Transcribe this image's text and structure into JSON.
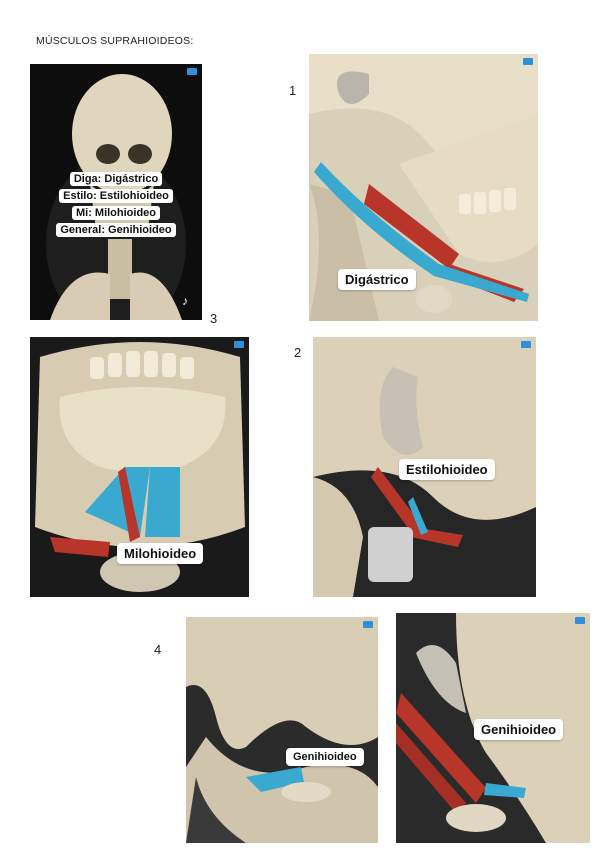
{
  "page_title": "MÚSCULOS SUPRAHIOIDEOS:",
  "numbers": {
    "n1": "1",
    "n2": "2",
    "n3": "3",
    "n4": "4"
  },
  "mnemonic": [
    "Diga: Digástrico",
    "Estilo: Estilohioideo",
    "Mi: Milohioideo",
    "General: Genihioideo"
  ],
  "labels": {
    "digastrico": "Digástrico",
    "estilohioideo": "Estilohioideo",
    "milohioideo": "Milohioideo",
    "genihioideo_left": "Genihioideo",
    "genihioideo_right": "Genihioideo"
  },
  "colors": {
    "bone": "#ddd3bd",
    "bone_shadow": "#b8ab92",
    "muscle_blue": "#3aa9cf",
    "muscle_red": "#b8352a",
    "badge": "#2f8fd8"
  },
  "icons": {
    "tiktok": "tiktok-logo-icon"
  }
}
